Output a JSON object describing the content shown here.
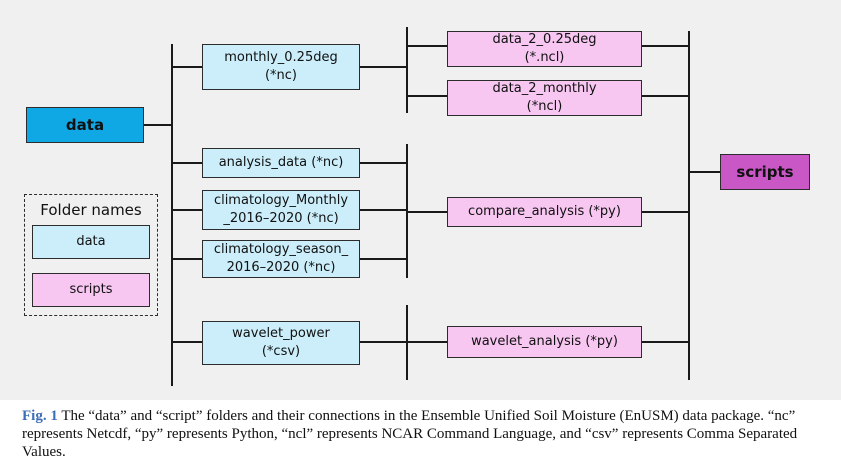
{
  "diagram": {
    "main": {
      "data": "data",
      "scripts": "scripts"
    },
    "data_folders": [
      {
        "id": "monthly",
        "label": "monthly_0.25deg\n(*nc)"
      },
      {
        "id": "analysis",
        "label": "analysis_data (*nc)"
      },
      {
        "id": "clim-monthly",
        "label": "climatology_Monthly\n_2016–2020 (*nc)"
      },
      {
        "id": "clim-season",
        "label": "climatology_season_\n2016–2020 (*nc)"
      },
      {
        "id": "wavelet-power",
        "label": "wavelet_power\n(*csv)"
      }
    ],
    "script_folders": [
      {
        "id": "data2-025",
        "label": "data_2_0.25deg\n(*.ncl)"
      },
      {
        "id": "data2-monthly",
        "label": "data_2_monthly\n(*ncl)"
      },
      {
        "id": "compare",
        "label": "compare_analysis (*py)"
      },
      {
        "id": "wavelet-analysis",
        "label": "wavelet_analysis (*py)"
      }
    ],
    "legend": {
      "title": "Folder names",
      "data": "data",
      "scripts": "scripts"
    }
  },
  "caption": {
    "label": "Fig. 1",
    "text": "The “data” and “script” folders and their connections in the Ensemble Unified Soil Moisture (EnUSM) data package. “nc” represents Netcdf, “py” represents Python, “ncl” represents NCAR Command Language, and “csv” represents Comma Separated Values."
  }
}
